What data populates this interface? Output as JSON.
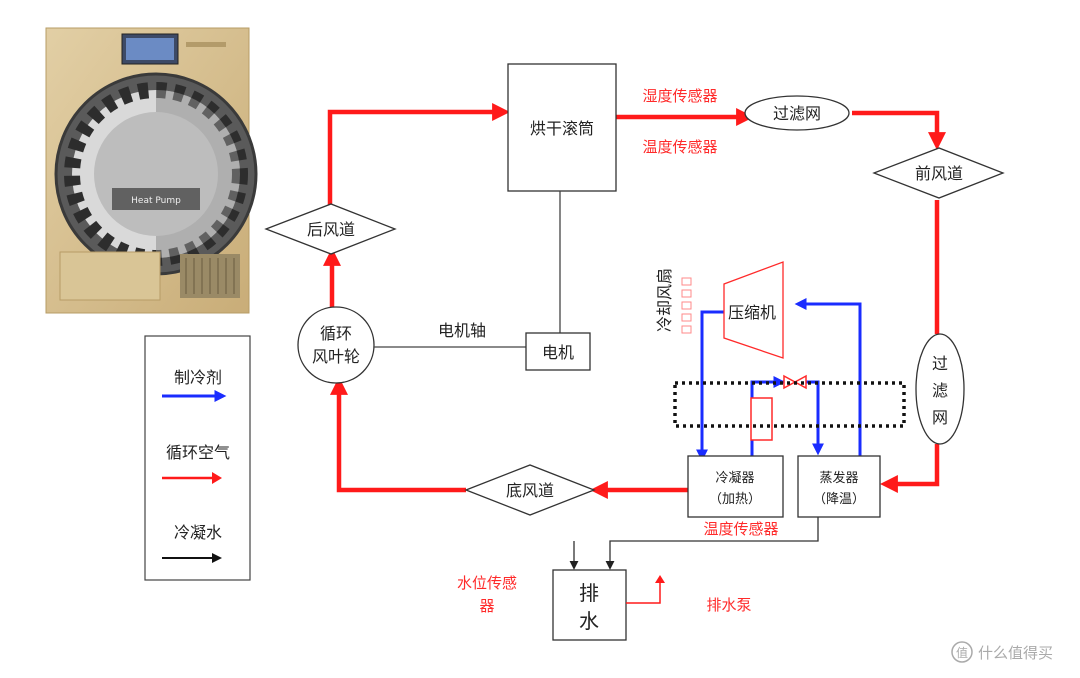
{
  "colors": {
    "refrigerant": "#1a2cff",
    "air": "#ff1a1a",
    "condensate": "#000000",
    "sensor": "#ff2a2a"
  },
  "nodes": {
    "drum": "烘干滚筒",
    "filter_top": "过滤网",
    "front_duct": "前风道",
    "rear_duct": "后风道",
    "fan_line1": "循环",
    "fan_line2": "风叶轮",
    "motor_shaft": "电机轴",
    "motor": "电机",
    "compressor": "压缩机",
    "cooling_fan": "冷却风扇",
    "filter_right": [
      "过",
      "滤",
      "网"
    ],
    "condenser_line1": "冷凝器",
    "condenser_line2": "（加热）",
    "evaporator_line1": "蒸发器",
    "evaporator_line2": "（降温）",
    "bottom_duct": "底风道",
    "drain": [
      "排",
      "水"
    ]
  },
  "sensors": {
    "humidity": "湿度传感器",
    "temp_top": "温度传感器",
    "temp_bottom": "温度传感器",
    "water_level_line1": "水位传感",
    "water_level_line2": "器",
    "drain_pump": "排水泵"
  },
  "legend": {
    "refrigerant": "制冷剂",
    "air": "循环空气",
    "condensate": "冷凝水"
  },
  "watermark": "什么值得买",
  "icons": {
    "watermark_logo": "zhi-logo-icon",
    "dryer": "heat-pump-dryer-photo"
  }
}
